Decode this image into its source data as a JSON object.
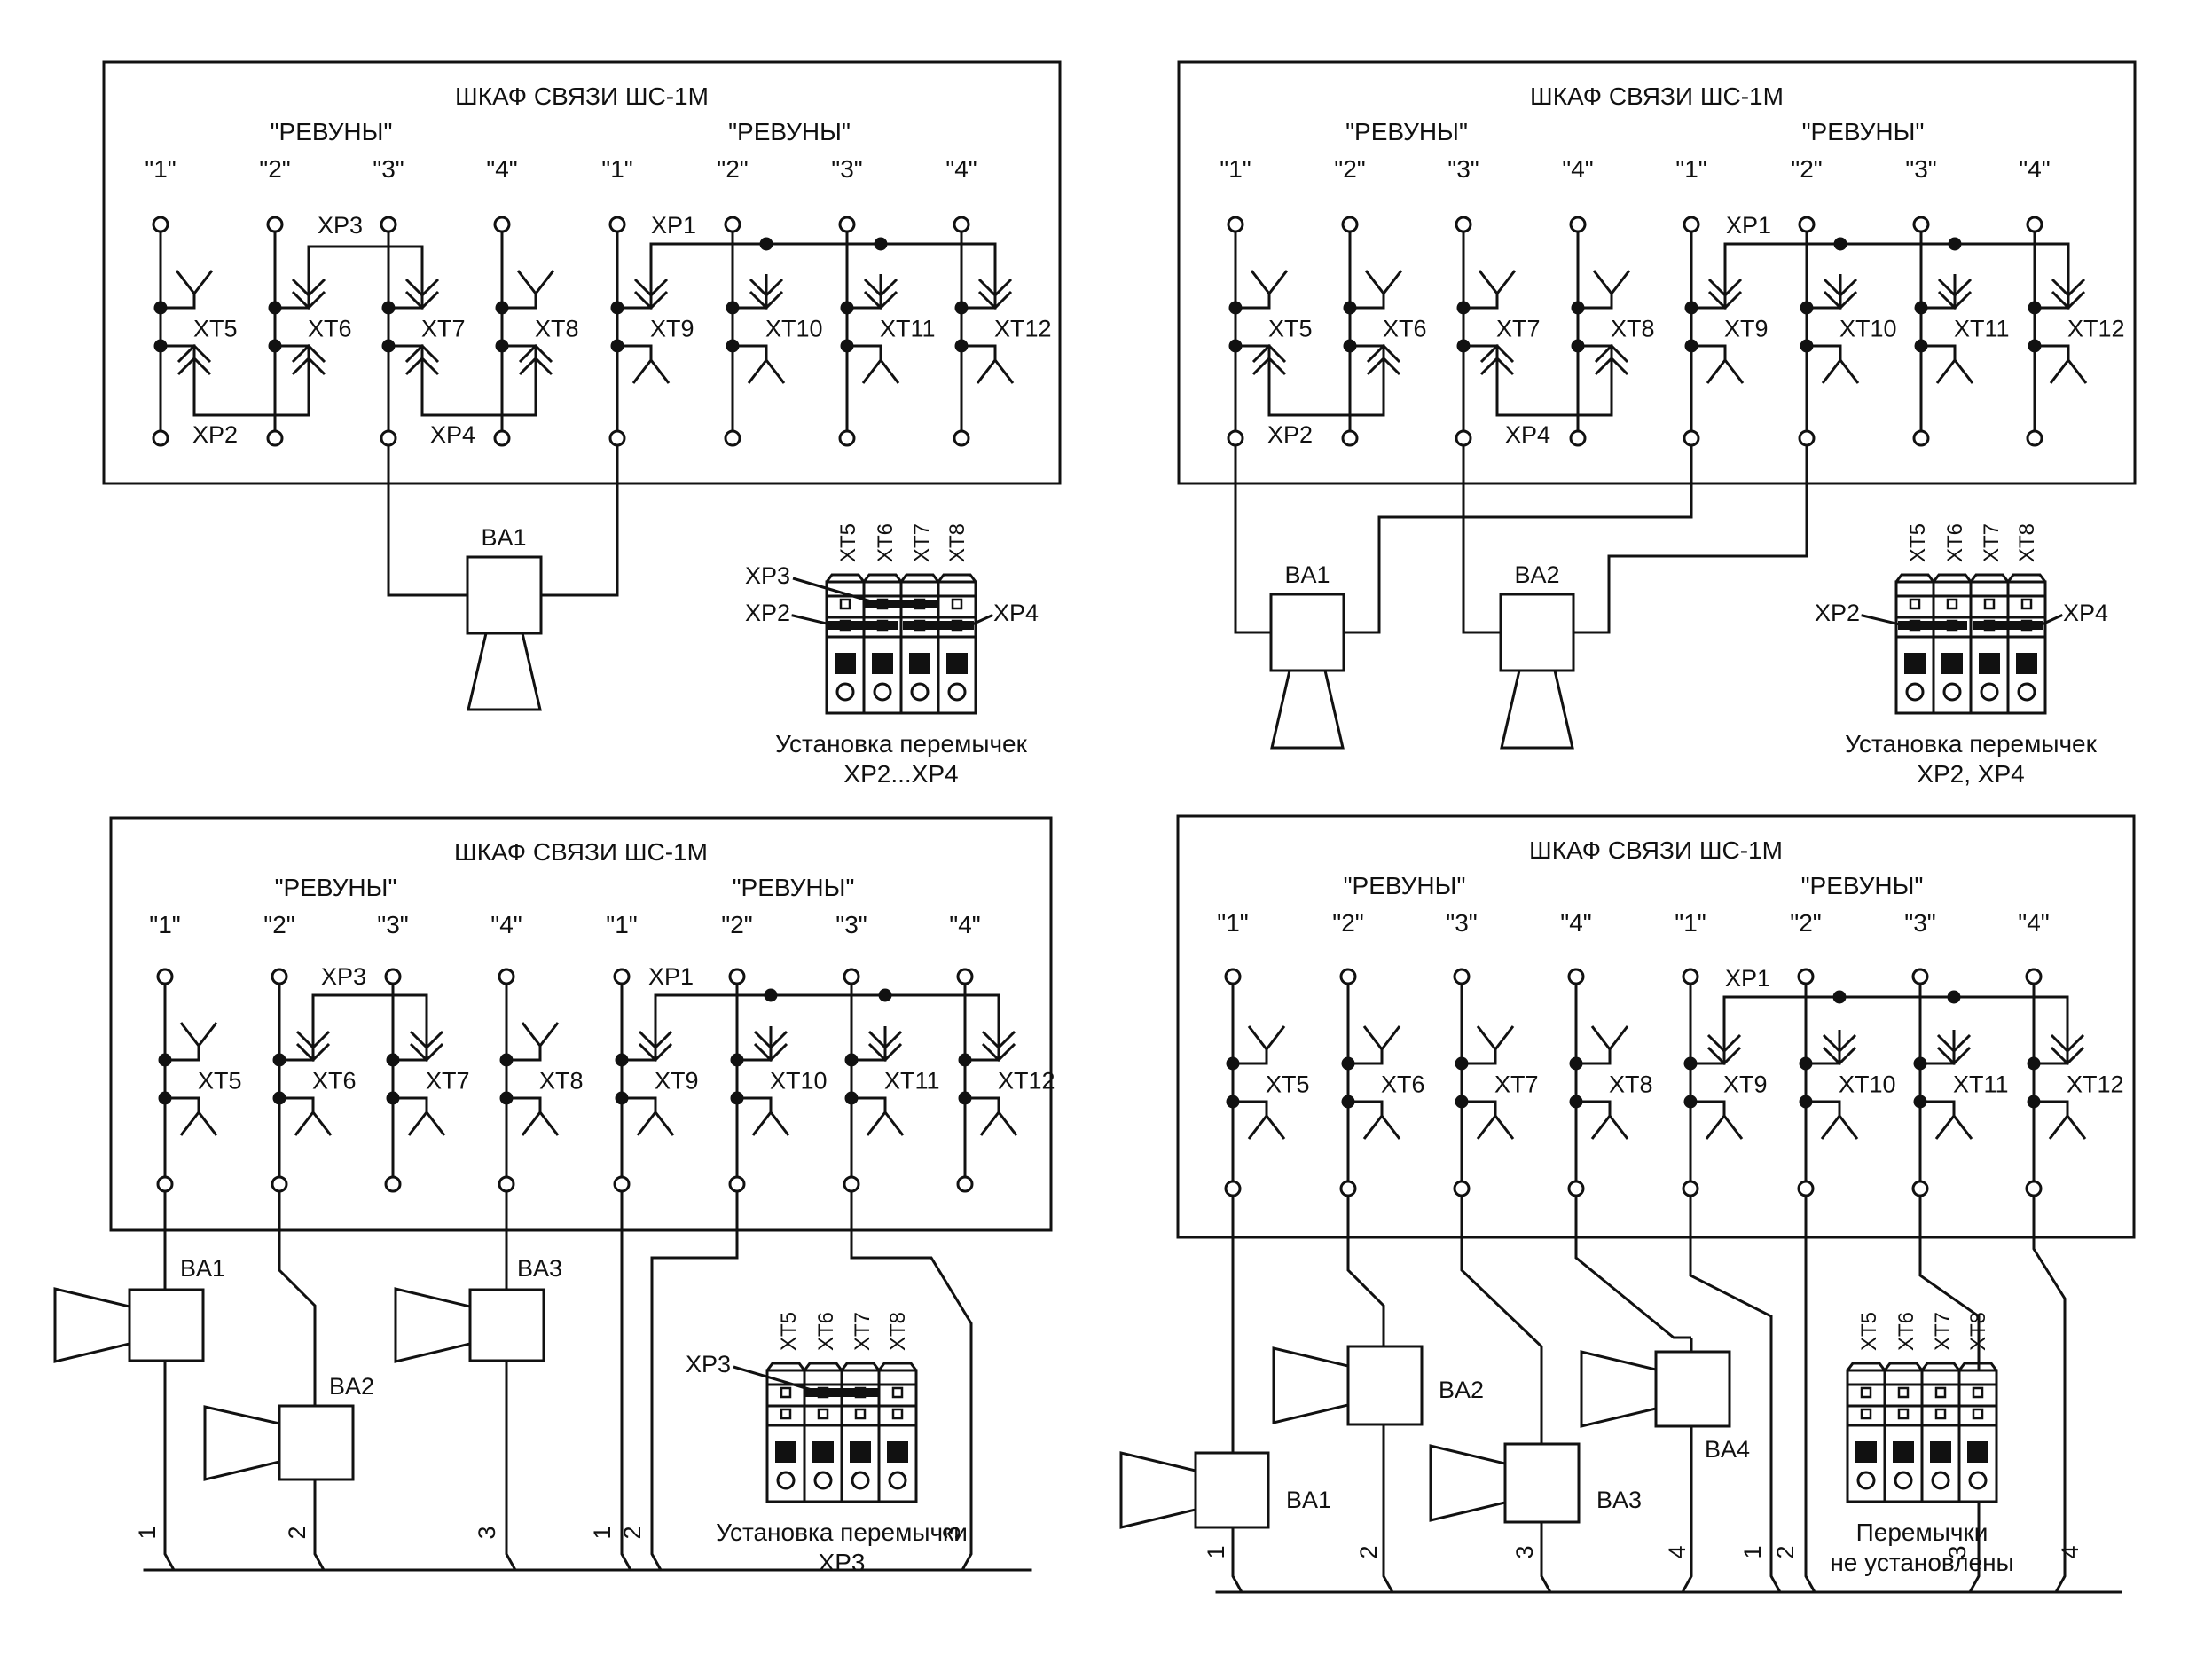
{
  "panels": [
    {
      "title": "ШКАФ СВЯЗИ ШС-1М",
      "group_labels": [
        "\"РЕВУНЫ\"",
        "\"РЕВУНЫ\""
      ],
      "channels": [
        "\"1\"",
        "\"2\"",
        "\"3\"",
        "\"4\"",
        "\"1\"",
        "\"2\"",
        "\"3\"",
        "\"4\""
      ],
      "terminals": [
        "XT5",
        "XT6",
        "XT7",
        "XT8",
        "XT9",
        "XT10",
        "XT11",
        "XT12"
      ],
      "jumpers": [
        "XP1",
        "XP2",
        "XP3",
        "XP4"
      ],
      "sirens": [
        "BA1"
      ],
      "inset": {
        "columns": [
          "XT5",
          "XT6",
          "XT7",
          "XT8"
        ],
        "labels": [
          "XP3",
          "XP2",
          "XP4"
        ],
        "caption": [
          "Установка  перемычек",
          "XP2...XP4"
        ]
      }
    },
    {
      "title": "ШКАФ СВЯЗИ ШС-1М",
      "group_labels": [
        "\"РЕВУНЫ\"",
        "\"РЕВУНЫ\""
      ],
      "channels": [
        "\"1\"",
        "\"2\"",
        "\"3\"",
        "\"4\"",
        "\"1\"",
        "\"2\"",
        "\"3\"",
        "\"4\""
      ],
      "terminals": [
        "XT5",
        "XT6",
        "XT7",
        "XT8",
        "XT9",
        "XT10",
        "XT11",
        "XT12"
      ],
      "jumpers": [
        "XP1",
        "XP2",
        "XP4"
      ],
      "sirens": [
        "BA1",
        "BA2"
      ],
      "inset": {
        "columns": [
          "XT5",
          "XT6",
          "XT7",
          "XT8"
        ],
        "labels": [
          "XP2",
          "XP4"
        ],
        "caption": [
          "Установка  перемычек",
          "XP2, XP4"
        ]
      }
    },
    {
      "title": "ШКАФ СВЯЗИ ШС-1М",
      "group_labels": [
        "\"РЕВУНЫ\"",
        "\"РЕВУНЫ\""
      ],
      "channels": [
        "\"1\"",
        "\"2\"",
        "\"3\"",
        "\"4\"",
        "\"1\"",
        "\"2\"",
        "\"3\"",
        "\"4\""
      ],
      "terminals": [
        "XT5",
        "XT6",
        "XT7",
        "XT8",
        "XT9",
        "XT10",
        "XT11",
        "XT12"
      ],
      "jumpers": [
        "XP1",
        "XP3"
      ],
      "sirens": [
        "BA1",
        "BA2",
        "BA3"
      ],
      "wire_numbers": [
        "1",
        "2",
        "3",
        "1",
        "2",
        "3"
      ],
      "inset": {
        "columns": [
          "XT5",
          "XT6",
          "XT7",
          "XT8"
        ],
        "labels": [
          "XP3"
        ],
        "caption": [
          "Установка  перемычки",
          "XP3"
        ]
      }
    },
    {
      "title": "ШКАФ СВЯЗИ ШС-1М",
      "group_labels": [
        "\"РЕВУНЫ\"",
        "\"РЕВУНЫ\""
      ],
      "channels": [
        "\"1\"",
        "\"2\"",
        "\"3\"",
        "\"4\"",
        "\"1\"",
        "\"2\"",
        "\"3\"",
        "\"4\""
      ],
      "terminals": [
        "XT5",
        "XT6",
        "XT7",
        "XT8",
        "XT9",
        "XT10",
        "XT11",
        "XT12"
      ],
      "jumpers": [
        "XP1"
      ],
      "sirens": [
        "BA1",
        "BA2",
        "BA3",
        "BA4"
      ],
      "wire_numbers": [
        "1",
        "2",
        "3",
        "4",
        "1",
        "2",
        "3",
        "4"
      ],
      "inset": {
        "columns": [
          "XT5",
          "XT6",
          "XT7",
          "XT8"
        ],
        "labels": [],
        "caption": [
          "Перемычки",
          "не установлены"
        ]
      }
    }
  ]
}
